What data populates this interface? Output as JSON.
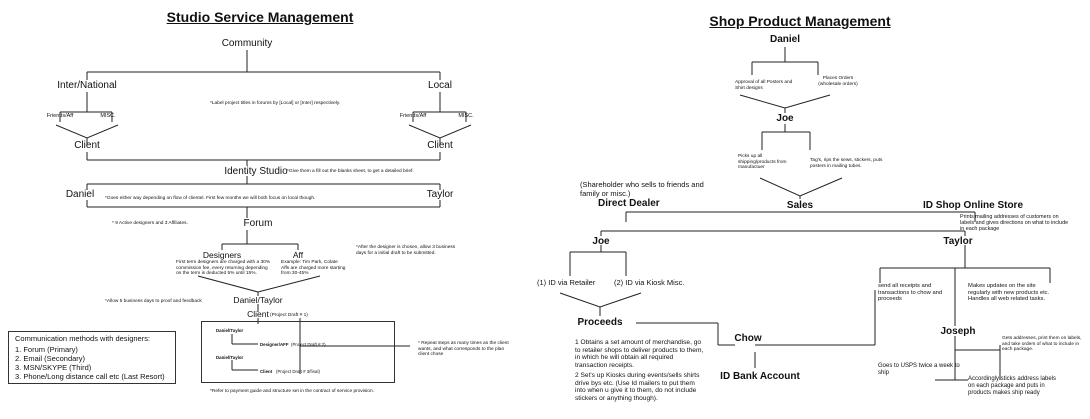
{
  "studio": {
    "title": "Studio Service Management",
    "community": "Community",
    "inter_national": "Inter/National",
    "local": "Local",
    "label_note": "*Label project titles in forums by [Local] or [Inter] respectively.",
    "friends_aff_left": "Friends/Aff",
    "misc_left": "MISC.",
    "friends_aff_right": "Friends/Aff",
    "misc_right": "MISC.",
    "client_left": "Client",
    "client_right": "Client",
    "identity_studio": "Identity Studio",
    "identity_note": "*Give them a fill out the blanks sheet, to get a detailed brief.",
    "daniel": "Daniel",
    "taylor": "Taylor",
    "goes_note": "*Goes either way depending on flow of clientel. First few months we will both focus on local though.",
    "active_note": "* 9 Active designers and 3 Affiliates.",
    "forum": "Forum",
    "designers": "Designers",
    "designers_note": "First term designers are charged with a 30% commission fee, every returning depending on the term is deducted 5% until 15%.",
    "aff": "Aff",
    "aff_note": "Example: Tim Park, Colate\nAffs are charged more starting from 30-45%",
    "after_note": "*After the designer is chosen, allow 3 business days for a initial draft to be submitted.",
    "daniel_taylor": "Daniel/Taylor",
    "allow_note": "*Allow 5 business days to proof and feedback",
    "client_center": "Client",
    "project_draft_1": "(Project Draft # 1)",
    "inner_daniel_taylor_1": "Daniel/Taylor",
    "designer_aff": "Designer/AFF",
    "project_draft_2": "(Project Draft # 2)",
    "inner_daniel_taylor_2": "Daniel/Taylor",
    "client_inner": "Client",
    "project_draft_3": "(Project Draft # 3/final)",
    "repeat_note": "* Repeat steps as many times as the client wants, and what corresponds to the plan client chose",
    "refer_note": "*Refer to payment guide and structure set in the contract of service provision.",
    "comm": {
      "heading": "Communication methods with designers:",
      "items": [
        "1. Forum (Primary)",
        "2. Email (Secondary)",
        "3. MSN/SKYPE (Third)",
        "3. Phone/Long distance call etc (Last Resort)"
      ]
    }
  },
  "shop": {
    "title": "Shop Product Management",
    "daniel": "Daniel",
    "approval": "Approval of all Posters and Shirt designs",
    "places_orders": "Places Orders (wholesale orders)",
    "joe_top": "Joe",
    "picks_up": "Picks up all shipping/products from manufactuer",
    "tags": "Tag's, rips the sews, stickers, puts posters in mailing tubes.",
    "sales": "Sales",
    "shareholder": "(Shareholder who sells to friends and family or misc.)",
    "direct_dealer": "Direct Dealer",
    "id_shop": "ID Shop Online Store",
    "prints_mailing": "Prints mailing addresses of customers on labels and gives directions on what to include in each package",
    "joe_mid": "Joe",
    "taylor": "Taylor",
    "id_retailer": "(1) ID via Retailer",
    "id_kiosk": "(2) ID via Kiosk Misc.",
    "send_receipts": "send all receipts and transactions to chow and proceeds",
    "makes_updates": "Makes updates on the site regularly with new products etc. Handles all web related tasks.",
    "proceeds": "Proceeds",
    "joseph": "Joseph",
    "chow": "Chow",
    "gets_addresses": "Gets addresses, print them on labels, and take orders of what to include in each package.",
    "obtains": "1 Obtains a set amount of merchandise, go to retailer shops to deliver products to them, in which he will obtain all required transaction receipts.",
    "kiosks": "2 Set's up Kiosks during events/sells shirts drive bys etc. (Use Id mailers to put them into when u give it to them, do not include stickers or anything though).",
    "goes_usps": "Goes to USPS twice a week to ship",
    "id_bank": "ID Bank Account",
    "sticks_address": "Accordingly sticks address labels on each package and puts in products makes ship ready"
  }
}
